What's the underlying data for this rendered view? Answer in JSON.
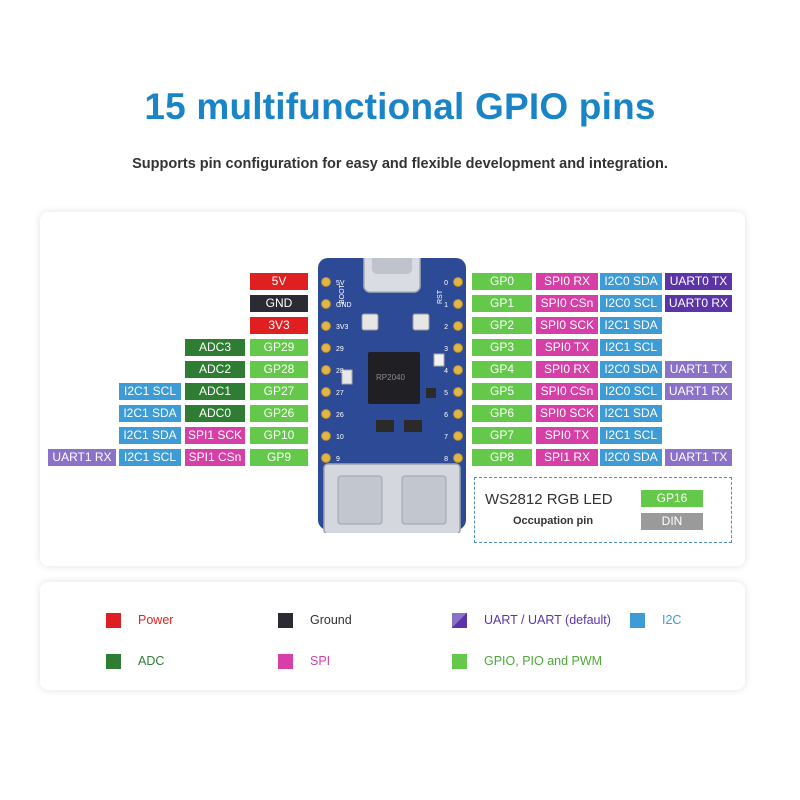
{
  "header": {
    "title": "15 multifunctional GPIO pins",
    "subtitle": "Supports pin configuration for easy and flexible development and integration."
  },
  "colors": {
    "power": "#e02020",
    "ground": "#2b2b34",
    "adc": "#2e7d32",
    "gpio": "#64c84a",
    "spi": "#d63fa5",
    "i2c": "#3d9bd6",
    "uart": "#8a72c9",
    "uart_default": "#5b35a8",
    "din": "#9a9a9a",
    "title": "#1a85c6"
  },
  "board": {
    "silk_left": [
      "5V",
      "GND",
      "3V3",
      "29",
      "28",
      "27",
      "26",
      "10",
      "9"
    ],
    "silk_right": [
      "0",
      "1",
      "2",
      "3",
      "4",
      "5",
      "6",
      "7",
      "8"
    ],
    "boot_label": "BOOT",
    "rst_label": "RST",
    "chip_text": "RP2040"
  },
  "left_pins": [
    [
      "5V"
    ],
    [
      "GND"
    ],
    [
      "3V3"
    ],
    [
      "ADC3",
      "GP29"
    ],
    [
      "ADC2",
      "GP28"
    ],
    [
      "I2C1 SCL",
      "ADC1",
      "GP27"
    ],
    [
      "I2C1 SDA",
      "ADC0",
      "GP26"
    ],
    [
      "I2C1 SDA",
      "SPI1 SCK",
      "GP10"
    ],
    [
      "UART1 RX",
      "I2C1 SCL",
      "SPI1 CSn",
      "GP9"
    ]
  ],
  "right_pins": [
    [
      "GP0",
      "SPI0 RX",
      "I2C0 SDA",
      "UART0 TX"
    ],
    [
      "GP1",
      "SPI0 CSn",
      "I2C0 SCL",
      "UART0 RX"
    ],
    [
      "GP2",
      "SPI0 SCK",
      "I2C1 SDA"
    ],
    [
      "GP3",
      "SPI0 TX",
      "I2C1 SCL"
    ],
    [
      "GP4",
      "SPI0 RX",
      "I2C0 SDA",
      "UART1 TX"
    ],
    [
      "GP5",
      "SPI0 CSn",
      "I2C0 SCL",
      "UART1 RX"
    ],
    [
      "GP6",
      "SPI0 SCK",
      "I2C1 SDA"
    ],
    [
      "GP7",
      "SPI0 TX",
      "I2C1 SCL"
    ],
    [
      "GP8",
      "SPI1 RX",
      "I2C0 SDA",
      "UART1 TX"
    ]
  ],
  "led": {
    "title": "WS2812 RGB LED",
    "subtitle": "Occupation pin",
    "gpio": "GP16",
    "din": "DIN"
  },
  "legend": [
    {
      "label": "Power",
      "type": "power"
    },
    {
      "label": "Ground",
      "type": "ground"
    },
    {
      "label": "UART / UART (default)",
      "type": "uart"
    },
    {
      "label": "I2C",
      "type": "i2c"
    },
    {
      "label": "ADC",
      "type": "adc"
    },
    {
      "label": "SPI",
      "type": "spi"
    },
    {
      "label": "GPIO, PIO and PWM",
      "type": "gpio"
    }
  ]
}
